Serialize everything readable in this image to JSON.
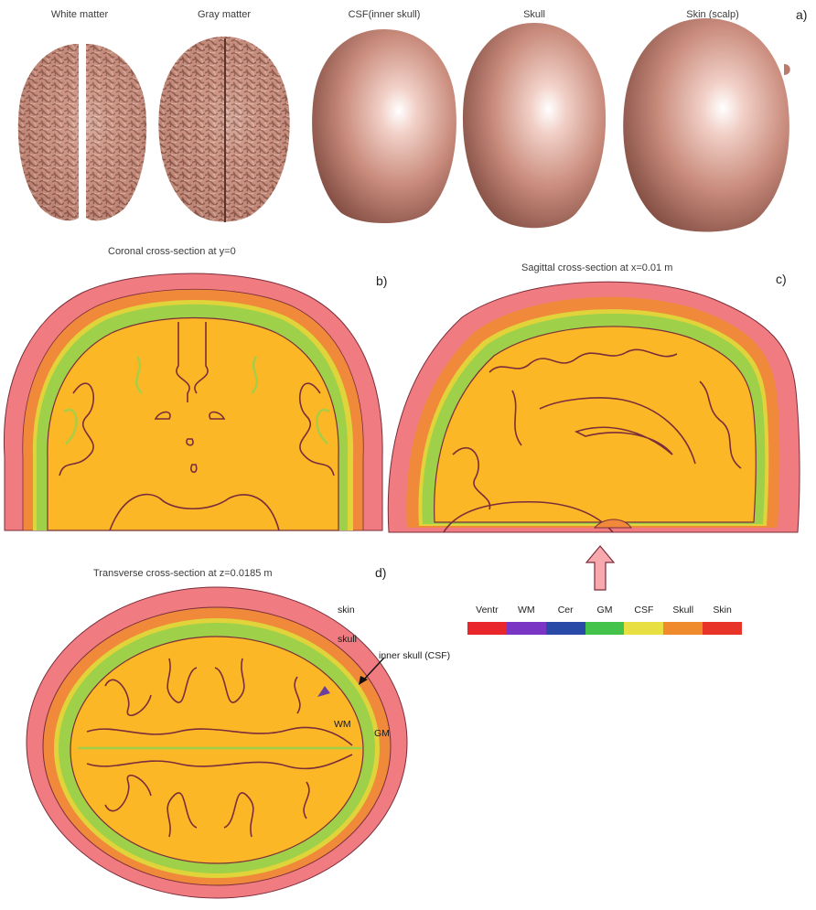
{
  "panel_a": {
    "label": "a)",
    "models": [
      {
        "name": "White matter",
        "kind": "brain"
      },
      {
        "name": "Gray matter",
        "kind": "brain"
      },
      {
        "name": "CSF(inner skull)",
        "kind": "smooth"
      },
      {
        "name": "Skull",
        "kind": "smooth"
      },
      {
        "name": "Skin (scalp)",
        "kind": "smooth"
      }
    ]
  },
  "panel_b": {
    "label": "b)",
    "title": "Coronal cross-section at y=0"
  },
  "panel_c": {
    "label": "c)",
    "title": "Sagittal cross-section at x=0.01 m"
  },
  "panel_d": {
    "label": "d)",
    "title": "Transverse cross-section at z=0.0185 m",
    "annotations": {
      "skin": "skin",
      "skull": "skull",
      "inner_skull": "inner skull (CSF)",
      "wm": "WM",
      "gm": "GM"
    }
  },
  "legend": {
    "items": [
      {
        "label": "Ventr",
        "color": "#e8262b"
      },
      {
        "label": "WM",
        "color": "#7b35c4"
      },
      {
        "label": "Cer",
        "color": "#2a4aa8"
      },
      {
        "label": "GM",
        "color": "#43c34a"
      },
      {
        "label": "CSF",
        "color": "#e8e043"
      },
      {
        "label": "Skull",
        "color": "#ef8a2d"
      },
      {
        "label": "Skin",
        "color": "#e83428"
      }
    ]
  },
  "colors": {
    "skin": "#f07b80",
    "skull": "#f08a3a",
    "csf": "#e0d43a",
    "gm": "#9fd04a",
    "wm": "#fbb726",
    "outline": "#7a2d3a",
    "model_surface": "#c98a7c",
    "arrow": "#f7a9ad"
  }
}
